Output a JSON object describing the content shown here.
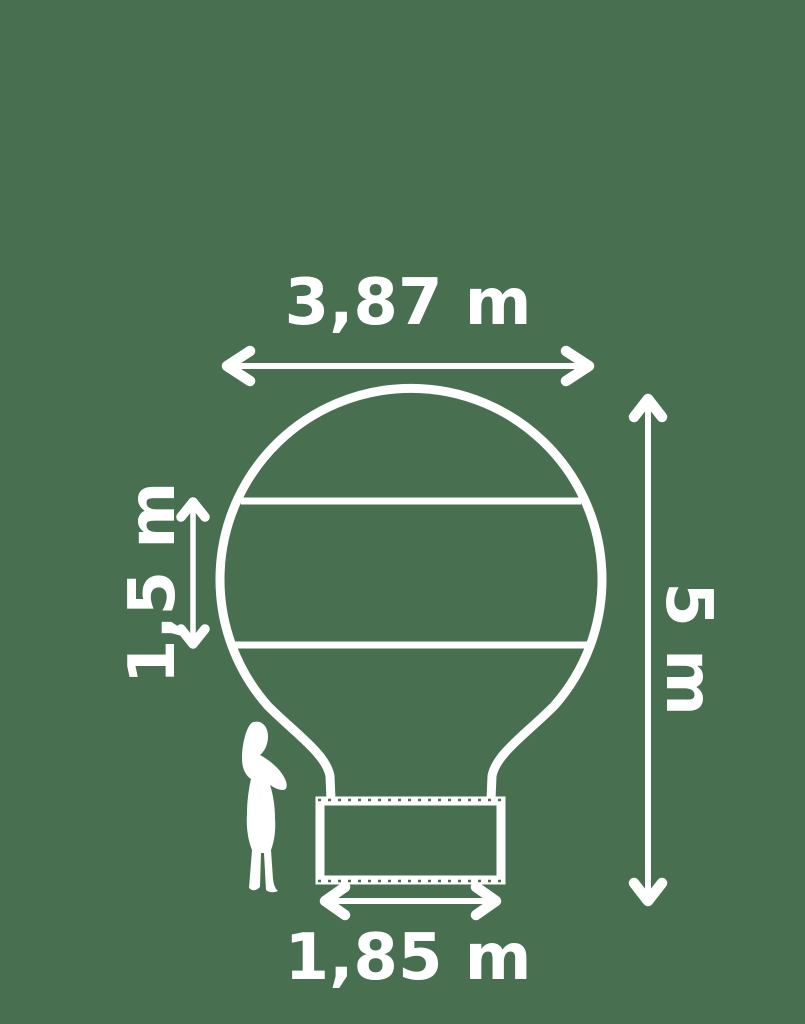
{
  "colors": {
    "background": "#487050",
    "foreground": "#ffffff"
  },
  "diagram": {
    "dimensions": {
      "width": "3,87 m",
      "band_height": "1,5 m",
      "total_height": "5 m",
      "base_width": "1,85 m"
    }
  }
}
